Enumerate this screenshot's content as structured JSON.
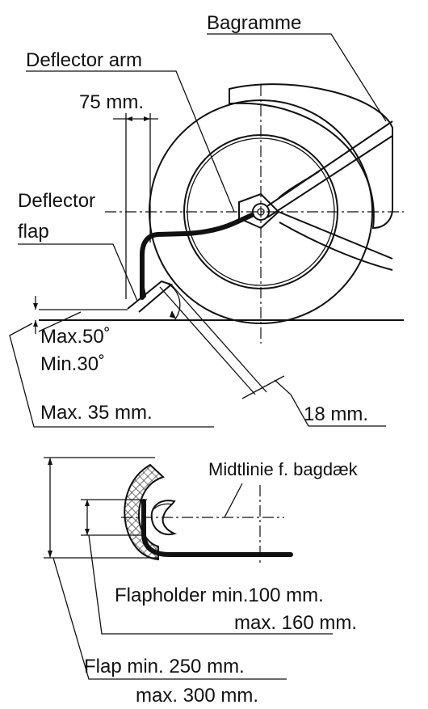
{
  "labels": {
    "bagramme": "Bagramme",
    "deflector_arm": "Deflector arm",
    "dim_75": "75 mm.",
    "deflector_flap_1": "Deflector",
    "deflector_flap_2": "flap",
    "max_angle": "Max.50˚",
    "min_angle": "Min.30˚",
    "max_35": "Max. 35 mm.",
    "dim_18": "18 mm.",
    "midtlinie": "Midtlinie f. bagdæk",
    "flapholder_min": "Flapholder min.100 mm.",
    "flapholder_max": "max. 160 mm.",
    "flap_min": "Flap min. 250 mm.",
    "flap_max": "max. 300 mm."
  },
  "colors": {
    "ink": "#111111",
    "background": "#ffffff"
  }
}
